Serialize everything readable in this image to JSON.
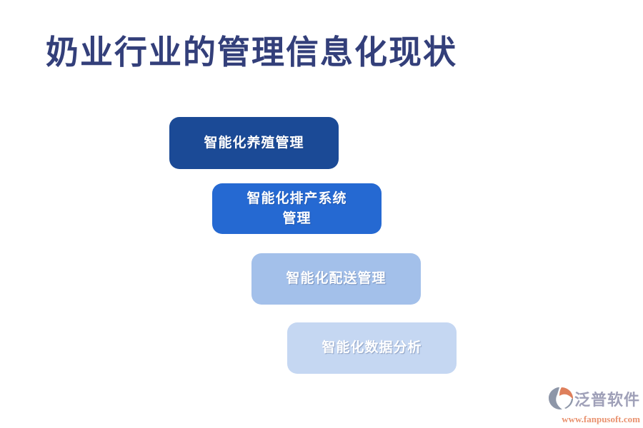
{
  "title": "奶业行业的管理信息化现状",
  "colors": {
    "title": "#333F7A",
    "step_text": "#FFFFFF",
    "watermark_name": "#9FA0B8",
    "watermark_url": "#E9926F",
    "logo_gray": "#8D96A8",
    "logo_orange": "#DE7F5B"
  },
  "steps": [
    {
      "label": "智能化养殖管理",
      "bg": "#1B4A96"
    },
    {
      "label": "智能化排产系统\n管理",
      "bg": "#2569D2"
    },
    {
      "label": "智能化配送管理",
      "bg": "#A3C0EA"
    },
    {
      "label": "智能化数据分析",
      "bg": "#C5D7F2"
    }
  ],
  "watermark": {
    "name": "泛普软件",
    "url": "www.fanpusoft.com"
  }
}
